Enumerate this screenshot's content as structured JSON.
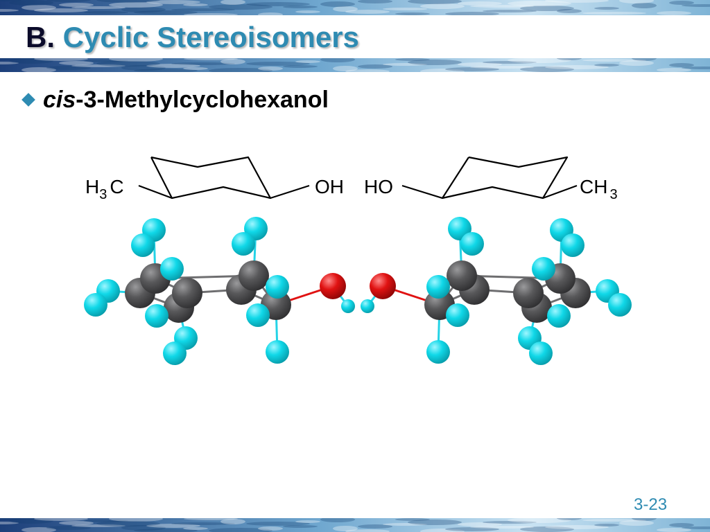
{
  "colors": {
    "accent": "#2e8bb2",
    "band_dark": "#1d3f7a",
    "band_light": "#c8e2f2",
    "carbon": "#58585a",
    "hydrogen": "#10d8e8",
    "oxygen": "#e01212"
  },
  "slide": {
    "title_prefix": "B.",
    "title_main": "Cyclic Stereoisomers",
    "bullet_icon": "diamond-bullet-icon",
    "bullet_italic": "cis",
    "bullet_rest": "-3-Methylcyclohexanol",
    "page_number": "3-23"
  },
  "structures": {
    "left": {
      "left_group": "H",
      "left_sub": "3",
      "left_tail": "C",
      "right_group": "OH"
    },
    "right": {
      "left_group": "HO",
      "right_group": "CH",
      "right_sub": "3"
    }
  }
}
